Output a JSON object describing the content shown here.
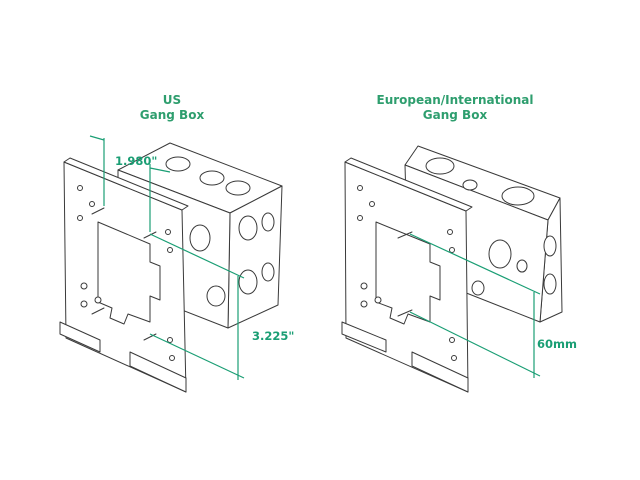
{
  "labels": {
    "us_line1": "US",
    "us_line2": "Gang Box",
    "eu_line1": "European/International",
    "eu_line2": "Gang Box"
  },
  "dimensions": {
    "us_width": "1.980\"",
    "us_height": "3.225\"",
    "eu_spacing": "60mm"
  },
  "colors": {
    "accent": "#1a9e74",
    "title": "#2e9e6e",
    "line": "#3a3a3a"
  }
}
